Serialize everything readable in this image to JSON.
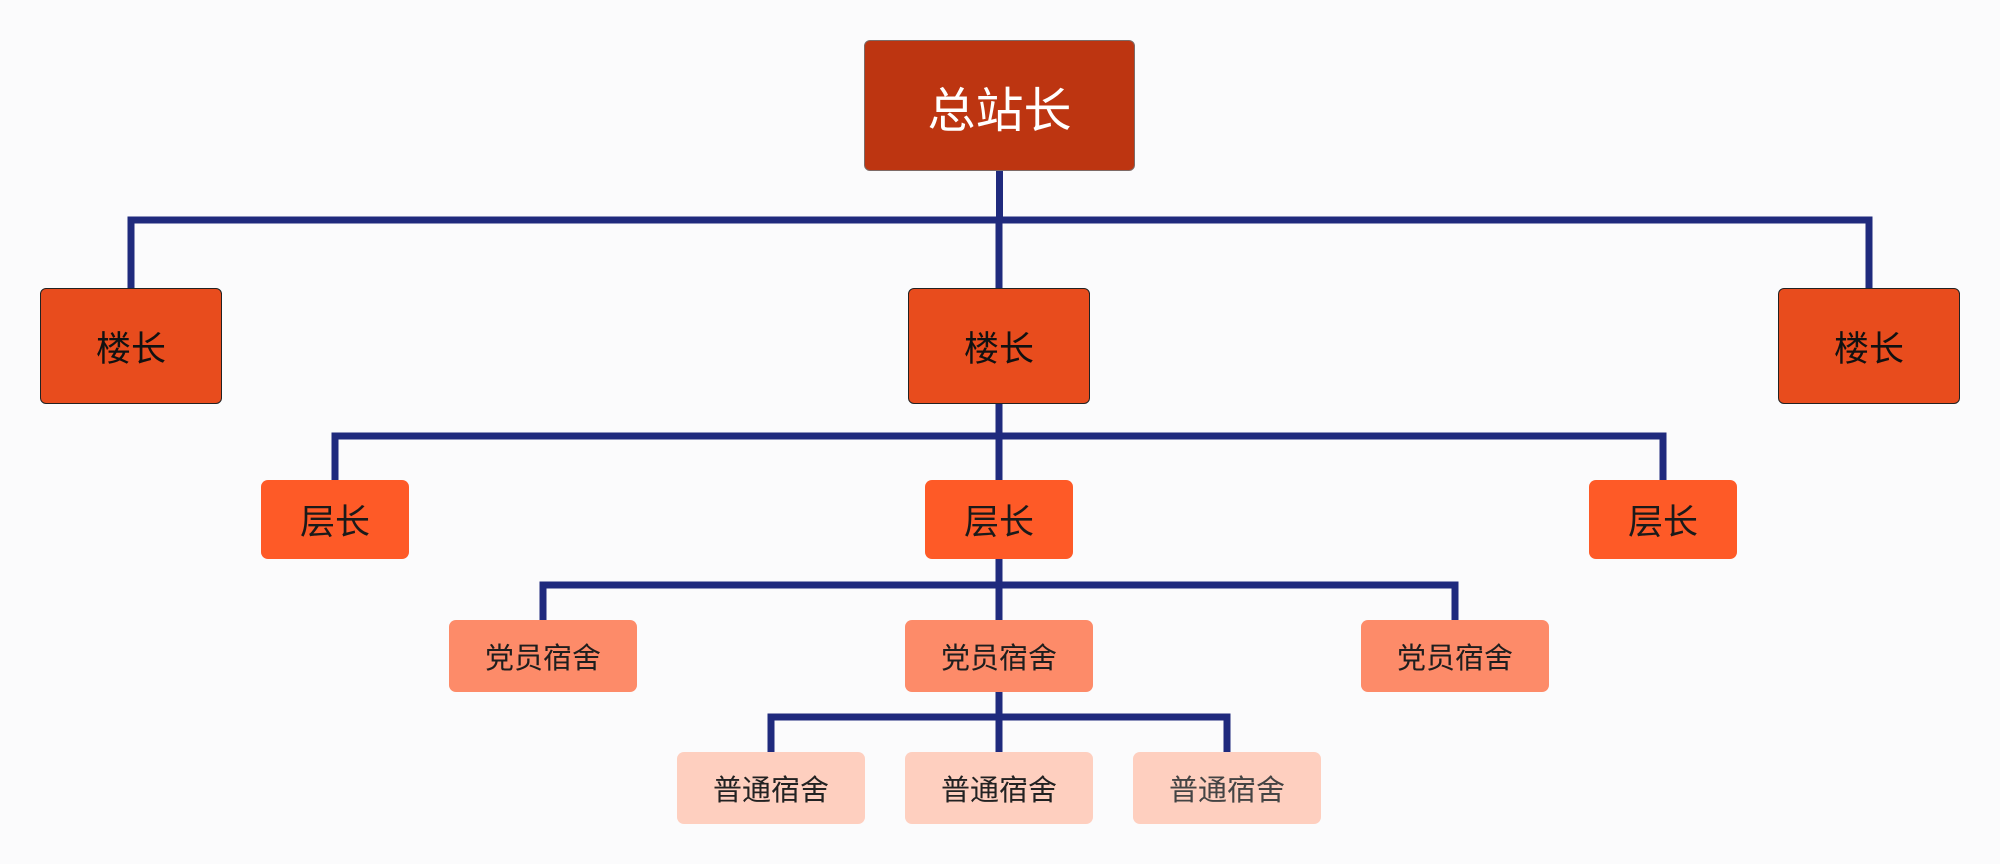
{
  "colors": {
    "background": "#fbfbfc",
    "connector": "#1f2a7d",
    "level0": "#bd3511",
    "level1": "#e84c1d",
    "level2": "#fe5a27",
    "level3": "#fd8b69",
    "level4": "#fecfbf"
  },
  "org_chart": {
    "root": {
      "label": "总站长"
    },
    "building_heads": [
      {
        "label": "楼长"
      },
      {
        "label": "楼长"
      },
      {
        "label": "楼长"
      }
    ],
    "floor_heads": [
      {
        "label": "层长"
      },
      {
        "label": "层长"
      },
      {
        "label": "层长"
      }
    ],
    "party_dorms": [
      {
        "label": "党员宿舍"
      },
      {
        "label": "党员宿舍"
      },
      {
        "label": "党员宿舍"
      }
    ],
    "regular_dorms": [
      {
        "label": "普通宿舍"
      },
      {
        "label": "普通宿舍"
      },
      {
        "label": "普通宿舍"
      }
    ]
  }
}
